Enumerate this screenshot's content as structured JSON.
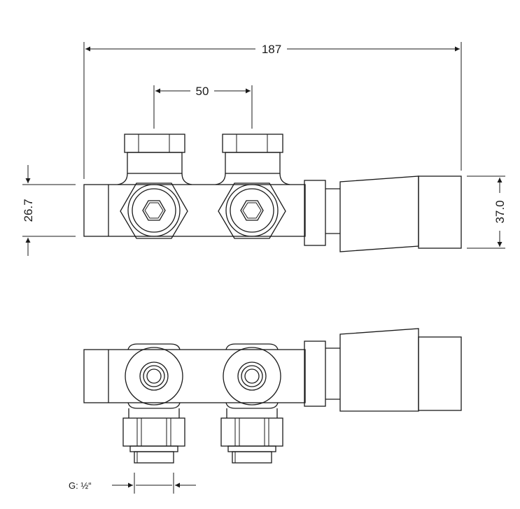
{
  "dimensions": {
    "overall_length": "187",
    "outlet_spacing": "50",
    "body_height": "26.7",
    "cap_diameter": "37.0"
  },
  "thread_note": {
    "prefix": "G:",
    "value": "½“"
  },
  "colors": {
    "line": "#1a1a1a",
    "background": "#ffffff"
  }
}
